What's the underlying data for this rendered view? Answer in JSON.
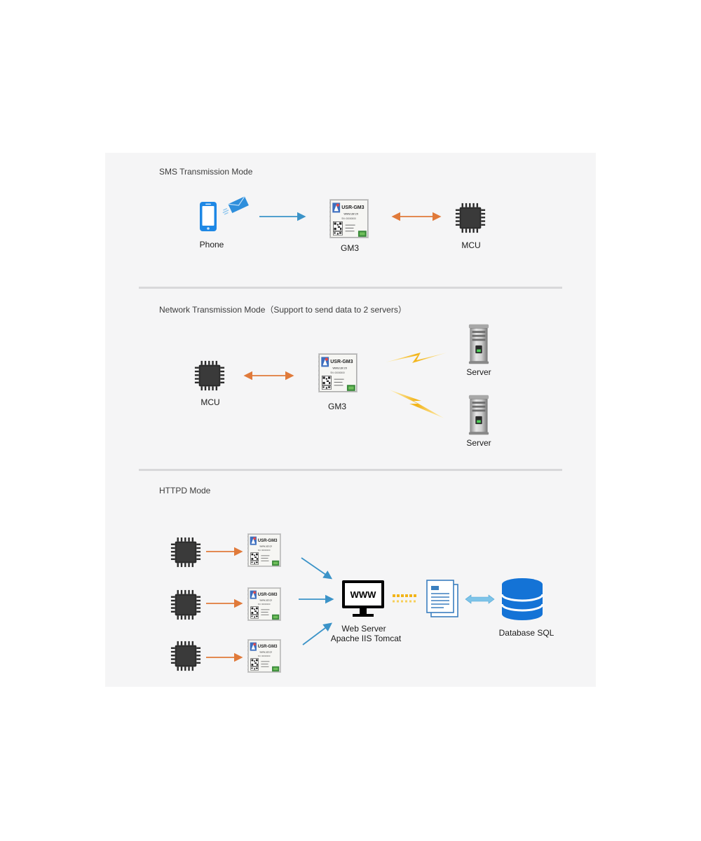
{
  "sections": {
    "sms": {
      "title": "SMS Transmission Mode",
      "phone_label": "Phone",
      "gm3_label": "GM3",
      "mcu_label": "MCU"
    },
    "network": {
      "title": "Network Transmission Mode（Support to send data to 2 servers）",
      "mcu_label": "MCU",
      "gm3_label": "GM3",
      "server1_label": "Server",
      "server2_label": "Server"
    },
    "httpd": {
      "title": "HTTPD Mode",
      "web_server_label_1": "Web Server",
      "web_server_label_2": "Apache IIS Tomcat",
      "www_text": "WWW",
      "database_label": "Database SQL"
    }
  },
  "module": {
    "model": "USR-GM3",
    "url": "www.usr.cn"
  },
  "colors": {
    "blue_arrow": "#3b93c8",
    "orange_arrow": "#e07a3a",
    "lightning": "#f2b418",
    "chip_dark": "#2b2b2b",
    "phone_blue": "#1e88e5",
    "db_blue": "#1473d6",
    "panel_bg": "#f5f5f6"
  },
  "icons": {
    "phone": "smartphone-icon",
    "sms": "envelope-icon",
    "mcu": "microchip-icon",
    "module": "gsm-module-icon",
    "server": "server-tower-icon",
    "web": "monitor-www-icon",
    "document": "document-stack-icon",
    "database": "database-icon"
  }
}
